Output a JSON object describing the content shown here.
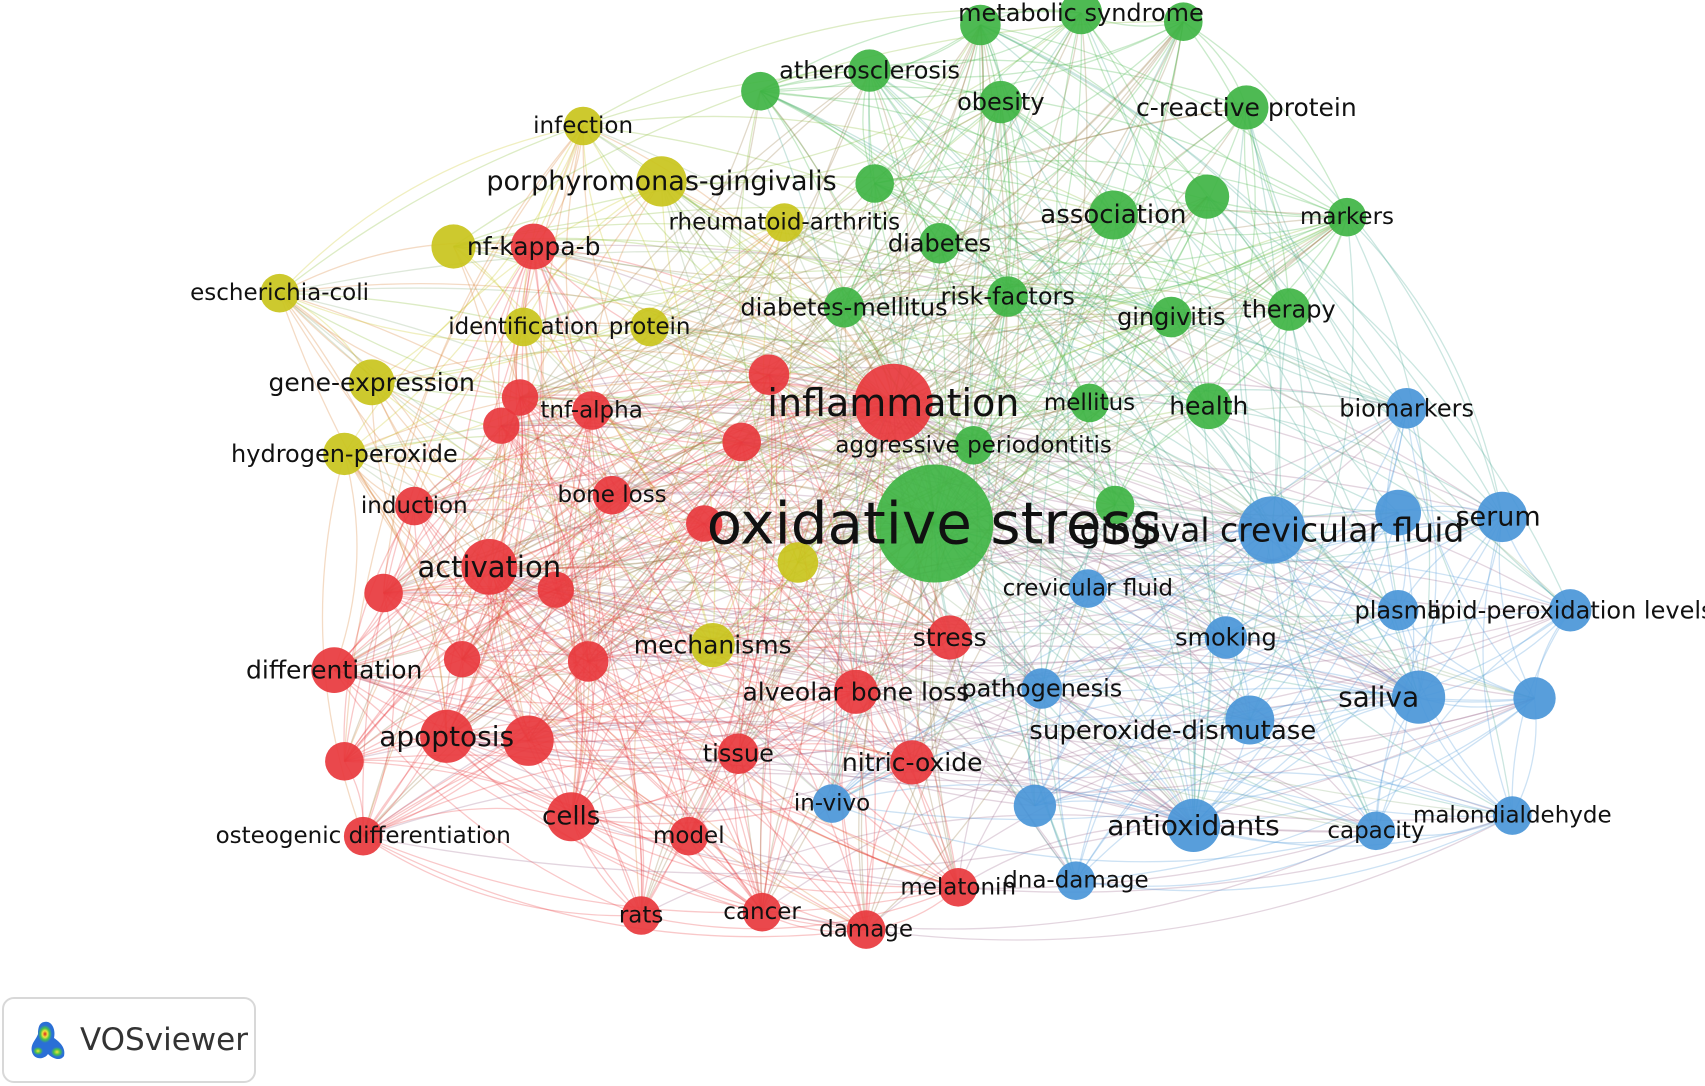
{
  "colors": {
    "red": "#e8383d",
    "green": "#3fb444",
    "blue": "#4a96d8",
    "yellow": "#c9c41c",
    "background": "#ffffff"
  },
  "nodes": [
    {
      "id": "oxidative-stress",
      "label": "oxidative stress",
      "cluster": "green",
      "weight": 100
    },
    {
      "id": "inflammation",
      "label": "inflammation",
      "cluster": "red",
      "weight": 40
    },
    {
      "id": "gingival-crevicular-fluid",
      "label": "gingival crevicular fluid",
      "cluster": "blue",
      "weight": 28
    },
    {
      "id": "activation",
      "label": "activation",
      "cluster": "red",
      "weight": 18
    },
    {
      "id": "apoptosis",
      "label": "apoptosis",
      "cluster": "red",
      "weight": 16
    },
    {
      "id": "saliva",
      "label": "saliva",
      "cluster": "blue",
      "weight": 16
    },
    {
      "id": "antioxidants",
      "label": "antioxidants",
      "cluster": "blue",
      "weight": 16
    },
    {
      "id": "serum",
      "label": "serum",
      "cluster": "blue",
      "weight": 14
    },
    {
      "id": "porphyromonas-gingivalis",
      "label": "porphyromonas-gingivalis",
      "cluster": "yellow",
      "weight": 14
    },
    {
      "id": "association",
      "label": "association",
      "cluster": "green",
      "weight": 13
    },
    {
      "id": "cells",
      "label": "cells",
      "cluster": "red",
      "weight": 13
    },
    {
      "id": "superoxide-dismutase",
      "label": "superoxide-dismutase",
      "cluster": "blue",
      "weight": 13
    },
    {
      "id": "health",
      "label": "health",
      "cluster": "green",
      "weight": 11
    },
    {
      "id": "differentiation",
      "label": "differentiation",
      "cluster": "red",
      "weight": 11
    },
    {
      "id": "gene-expression",
      "label": "gene-expression",
      "cluster": "yellow",
      "weight": 11
    },
    {
      "id": "nf-kappa-b",
      "label": "nf-kappa-b",
      "cluster": "red",
      "weight": 11
    },
    {
      "id": "c-reactive-protein",
      "label": "c-reactive protein",
      "cluster": "green",
      "weight": 10
    },
    {
      "id": "mechanisms",
      "label": "mechanisms",
      "cluster": "yellow",
      "weight": 10
    },
    {
      "id": "alveolar-bone-loss",
      "label": "alveolar bone loss",
      "cluster": "red",
      "weight": 10
    },
    {
      "id": "stress",
      "label": "stress",
      "cluster": "red",
      "weight": 10
    },
    {
      "id": "nitric-oxide",
      "label": "nitric-oxide",
      "cluster": "red",
      "weight": 10
    },
    {
      "id": "smoking",
      "label": "smoking",
      "cluster": "blue",
      "weight": 9
    },
    {
      "id": "obesity",
      "label": "obesity",
      "cluster": "green",
      "weight": 9
    },
    {
      "id": "atherosclerosis",
      "label": "atherosclerosis",
      "cluster": "green",
      "weight": 9
    },
    {
      "id": "metabolic-syndrome",
      "label": "metabolic syndrome",
      "cluster": "green",
      "weight": 9
    },
    {
      "id": "hydrogen-peroxide",
      "label": "hydrogen-peroxide",
      "cluster": "yellow",
      "weight": 9
    },
    {
      "id": "therapy",
      "label": "therapy",
      "cluster": "green",
      "weight": 9
    },
    {
      "id": "lipid-peroxidation-levels",
      "label": "lipid-peroxidation levels",
      "cluster": "blue",
      "weight": 9
    },
    {
      "id": "pathogenesis",
      "label": "pathogenesis",
      "cluster": "blue",
      "weight": 8
    },
    {
      "id": "tissue",
      "label": "tissue",
      "cluster": "red",
      "weight": 8
    },
    {
      "id": "biomarkers",
      "label": "biomarkers",
      "cluster": "blue",
      "weight": 8
    },
    {
      "id": "plasma",
      "label": "plasma",
      "cluster": "blue",
      "weight": 8
    },
    {
      "id": "gingivitis",
      "label": "gingivitis",
      "cluster": "green",
      "weight": 8
    },
    {
      "id": "diabetes",
      "label": "diabetes",
      "cluster": "green",
      "weight": 8
    },
    {
      "id": "risk-factors",
      "label": "risk-factors",
      "cluster": "green",
      "weight": 8
    },
    {
      "id": "diabetes-mellitus",
      "label": "diabetes-mellitus",
      "cluster": "green",
      "weight": 8
    },
    {
      "id": "infection",
      "label": "infection",
      "cluster": "yellow",
      "weight": 7
    },
    {
      "id": "rheumatoid-arthritis",
      "label": "rheumatoid-arthritis",
      "cluster": "yellow",
      "weight": 7
    },
    {
      "id": "escherichia-coli",
      "label": "escherichia-coli",
      "cluster": "yellow",
      "weight": 7
    },
    {
      "id": "identification",
      "label": "identification",
      "cluster": "yellow",
      "weight": 7
    },
    {
      "id": "protein",
      "label": "protein",
      "cluster": "yellow",
      "weight": 7
    },
    {
      "id": "tnf-alpha",
      "label": "tnf-alpha",
      "cluster": "red",
      "weight": 7
    },
    {
      "id": "bone-loss",
      "label": "bone loss",
      "cluster": "red",
      "weight": 7
    },
    {
      "id": "induction",
      "label": "induction",
      "cluster": "red",
      "weight": 7
    },
    {
      "id": "markers",
      "label": "markers",
      "cluster": "green",
      "weight": 7
    },
    {
      "id": "mellitus",
      "label": "mellitus",
      "cluster": "green",
      "weight": 7
    },
    {
      "id": "aggressive-periodontitis",
      "label": "aggressive periodontitis",
      "cluster": "green",
      "weight": 7
    },
    {
      "id": "crevicular-fluid",
      "label": "crevicular fluid",
      "cluster": "blue",
      "weight": 7
    },
    {
      "id": "in-vivo",
      "label": "in-vivo",
      "cluster": "blue",
      "weight": 7
    },
    {
      "id": "model",
      "label": "model",
      "cluster": "red",
      "weight": 7
    },
    {
      "id": "osteogenic-differentiation",
      "label": "osteogenic differentiation",
      "cluster": "red",
      "weight": 7
    },
    {
      "id": "rats",
      "label": "rats",
      "cluster": "red",
      "weight": 7
    },
    {
      "id": "cancer",
      "label": "cancer",
      "cluster": "red",
      "weight": 7
    },
    {
      "id": "damage",
      "label": "damage",
      "cluster": "red",
      "weight": 7
    },
    {
      "id": "melatonin",
      "label": "melatonin",
      "cluster": "red",
      "weight": 7
    },
    {
      "id": "dna-damage",
      "label": "dna-damage",
      "cluster": "blue",
      "weight": 7
    },
    {
      "id": "capacity",
      "label": "capacity",
      "cluster": "blue",
      "weight": 7
    },
    {
      "id": "malondialdehyde",
      "label": "malondialdehyde",
      "cluster": "blue",
      "weight": 7
    },
    {
      "id": "u-red-1",
      "label": "",
      "cluster": "red",
      "weight": 14
    },
    {
      "id": "u-red-2",
      "label": "",
      "cluster": "red",
      "weight": 8
    },
    {
      "id": "u-red-3",
      "label": "",
      "cluster": "red",
      "weight": 8
    },
    {
      "id": "u-red-4",
      "label": "",
      "cluster": "red",
      "weight": 7
    },
    {
      "id": "u-red-5",
      "label": "",
      "cluster": "red",
      "weight": 6
    },
    {
      "id": "u-red-6",
      "label": "",
      "cluster": "red",
      "weight": 6
    },
    {
      "id": "u-red-7",
      "label": "",
      "cluster": "red",
      "weight": 7
    },
    {
      "id": "u-red-8",
      "label": "",
      "cluster": "red",
      "weight": 6
    },
    {
      "id": "u-red-9",
      "label": "",
      "cluster": "red",
      "weight": 7
    },
    {
      "id": "u-red-10",
      "label": "",
      "cluster": "red",
      "weight": 6
    },
    {
      "id": "u-red-11",
      "label": "",
      "cluster": "red",
      "weight": 6
    },
    {
      "id": "u-green-1",
      "label": "",
      "cluster": "green",
      "weight": 10
    },
    {
      "id": "u-green-2",
      "label": "",
      "cluster": "green",
      "weight": 7
    },
    {
      "id": "u-green-3",
      "label": "",
      "cluster": "green",
      "weight": 7
    },
    {
      "id": "u-green-4",
      "label": "",
      "cluster": "green",
      "weight": 8
    },
    {
      "id": "u-green-5",
      "label": "",
      "cluster": "green",
      "weight": 7
    },
    {
      "id": "u-green-6",
      "label": "",
      "cluster": "green",
      "weight": 7
    },
    {
      "id": "u-blue-1",
      "label": "",
      "cluster": "blue",
      "weight": 11
    },
    {
      "id": "u-blue-2",
      "label": "",
      "cluster": "blue",
      "weight": 9
    },
    {
      "id": "u-blue-3",
      "label": "",
      "cluster": "blue",
      "weight": 9
    },
    {
      "id": "u-yellow-1",
      "label": "",
      "cluster": "yellow",
      "weight": 10
    },
    {
      "id": "u-yellow-2",
      "label": "",
      "cluster": "yellow",
      "weight": 8
    }
  ],
  "badge": {
    "text": "VOSviewer"
  }
}
